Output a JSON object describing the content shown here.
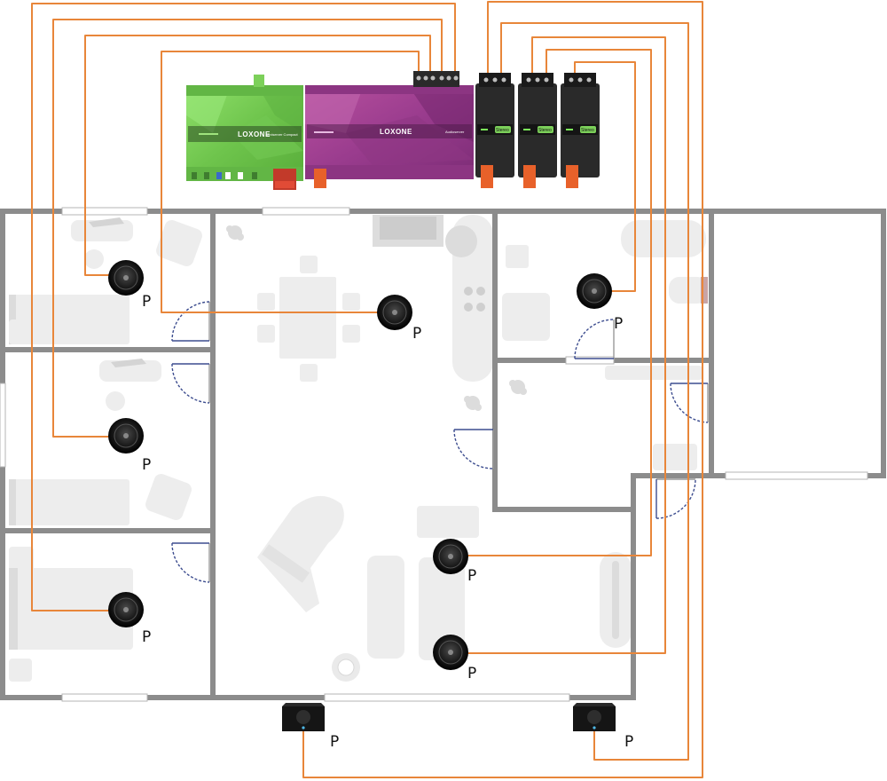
{
  "colors": {
    "wall": "#8a8a8a",
    "wire": "#e8863a",
    "furniture": "#ececec",
    "miniserver": "#7fd05a",
    "audioserver": "#a23f9a",
    "extension": "#2a2a2a",
    "door": "#3a4a8a",
    "terminal": "#e8612a"
  },
  "devices": {
    "miniserver": {
      "brand": "LOXONE",
      "model": "Miniserver Compact",
      "icon": "miniserver-device"
    },
    "audioserver": {
      "brand": "LOXONE",
      "model": "Audioserver",
      "icon": "audioserver-device"
    },
    "extensions": [
      {
        "label": "Stereo",
        "icon": "stereo-extension-device"
      },
      {
        "label": "Stereo",
        "icon": "stereo-extension-device"
      },
      {
        "label": "Stereo",
        "icon": "stereo-extension-device"
      }
    ]
  },
  "speakers": [
    {
      "label": "P",
      "kind": "ceiling-speaker"
    },
    {
      "label": "P",
      "kind": "ceiling-speaker"
    },
    {
      "label": "P",
      "kind": "ceiling-speaker"
    },
    {
      "label": "P",
      "kind": "ceiling-speaker"
    },
    {
      "label": "P",
      "kind": "ceiling-speaker"
    },
    {
      "label": "P",
      "kind": "ceiling-speaker"
    },
    {
      "label": "P",
      "kind": "ceiling-speaker"
    },
    {
      "label": "P",
      "kind": "outdoor-speaker"
    },
    {
      "label": "P",
      "kind": "outdoor-speaker"
    }
  ]
}
